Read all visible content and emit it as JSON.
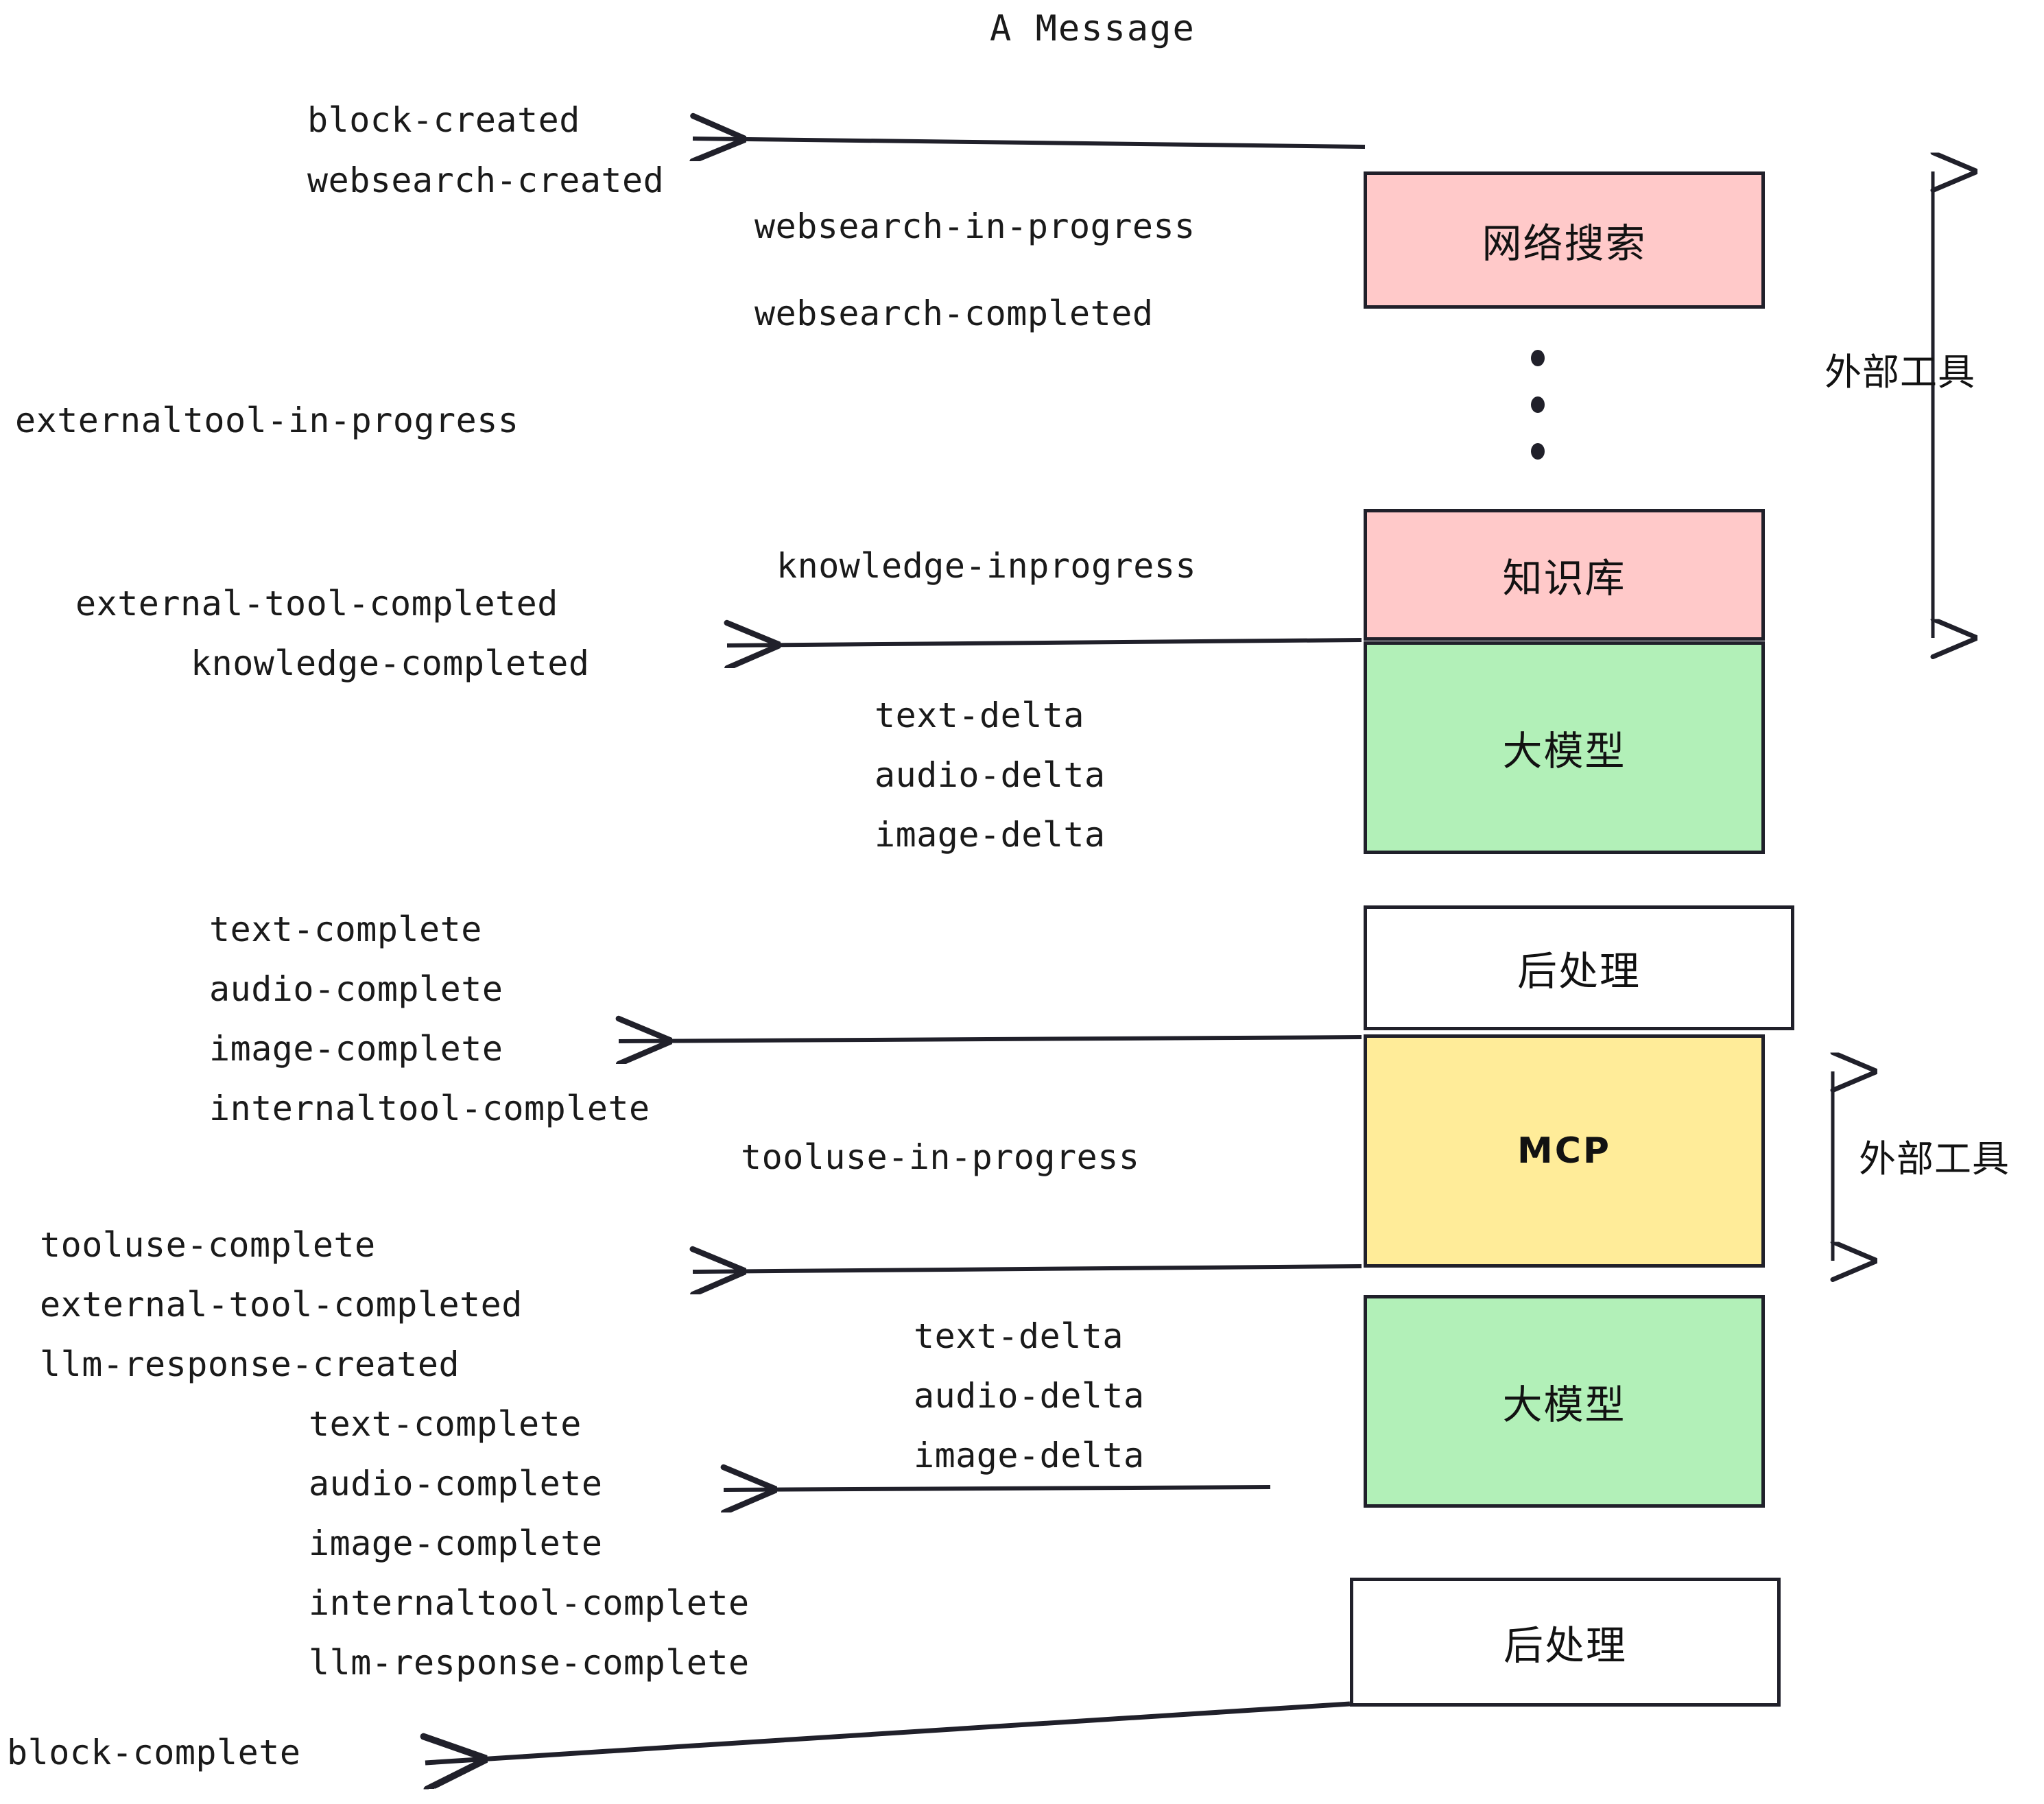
{
  "title": "A Message",
  "colors": {
    "pink": "#FFC9C9",
    "green": "#B2F0B8",
    "yellow": "#FFEC99",
    "white": "#FFFFFF",
    "stroke": "#20202A",
    "text": "#1A1A1A"
  },
  "nodes": [
    {
      "id": "websearch",
      "label": "网络搜索",
      "fill": "#FFC9C9"
    },
    {
      "id": "knowledge",
      "label": "知识库",
      "fill": "#FFC9C9"
    },
    {
      "id": "llm-1",
      "label": "大模型",
      "fill": "#B2F0B8"
    },
    {
      "id": "postprocess-1",
      "label": "后处理",
      "fill": "#FFFFFF"
    },
    {
      "id": "mcp",
      "label": "MCP",
      "fill": "#FFEC99"
    },
    {
      "id": "llm-2",
      "label": "大模型",
      "fill": "#B2F0B8"
    },
    {
      "id": "postprocess-2",
      "label": "后处理",
      "fill": "#FFFFFF"
    }
  ],
  "group_labels": [
    {
      "id": "external-tools-top",
      "label": "外部工具"
    },
    {
      "id": "external-tools-bottom",
      "label": "外部工具"
    }
  ],
  "events": [
    {
      "id": "block-created",
      "label": "block-created"
    },
    {
      "id": "websearch-created",
      "label": "websearch-created"
    },
    {
      "id": "websearch-in-progress",
      "label": "websearch-in-progress"
    },
    {
      "id": "websearch-completed",
      "label": "websearch-completed"
    },
    {
      "id": "externaltool-in-progress",
      "label": "externaltool-in-progress"
    },
    {
      "id": "knowledge-inprogress",
      "label": "knowledge-inprogress"
    },
    {
      "id": "external-tool-completed-1",
      "label": "external-tool-completed"
    },
    {
      "id": "knowledge-completed",
      "label": "knowledge-completed"
    },
    {
      "id": "text-delta-1",
      "label": "text-delta"
    },
    {
      "id": "audio-delta-1",
      "label": "audio-delta"
    },
    {
      "id": "image-delta-1",
      "label": "image-delta"
    },
    {
      "id": "text-complete-1",
      "label": "text-complete"
    },
    {
      "id": "audio-complete-1",
      "label": "audio-complete"
    },
    {
      "id": "image-complete-1",
      "label": "image-complete"
    },
    {
      "id": "internaltool-complete-1",
      "label": "internaltool-complete"
    },
    {
      "id": "tooluse-in-progress",
      "label": "tooluse-in-progress"
    },
    {
      "id": "tooluse-complete",
      "label": "tooluse-complete"
    },
    {
      "id": "external-tool-completed-2",
      "label": "external-tool-completed"
    },
    {
      "id": "llm-response-created",
      "label": "llm-response-created"
    },
    {
      "id": "text-delta-2",
      "label": "text-delta"
    },
    {
      "id": "audio-delta-2",
      "label": "audio-delta"
    },
    {
      "id": "image-delta-2",
      "label": "image-delta"
    },
    {
      "id": "text-complete-2",
      "label": "text-complete"
    },
    {
      "id": "audio-complete-2",
      "label": "audio-complete"
    },
    {
      "id": "image-complete-2",
      "label": "image-complete"
    },
    {
      "id": "internaltool-complete-2",
      "label": "internaltool-complete"
    },
    {
      "id": "llm-response-complete",
      "label": "llm-response-complete"
    },
    {
      "id": "block-complete",
      "label": "block-complete"
    }
  ]
}
